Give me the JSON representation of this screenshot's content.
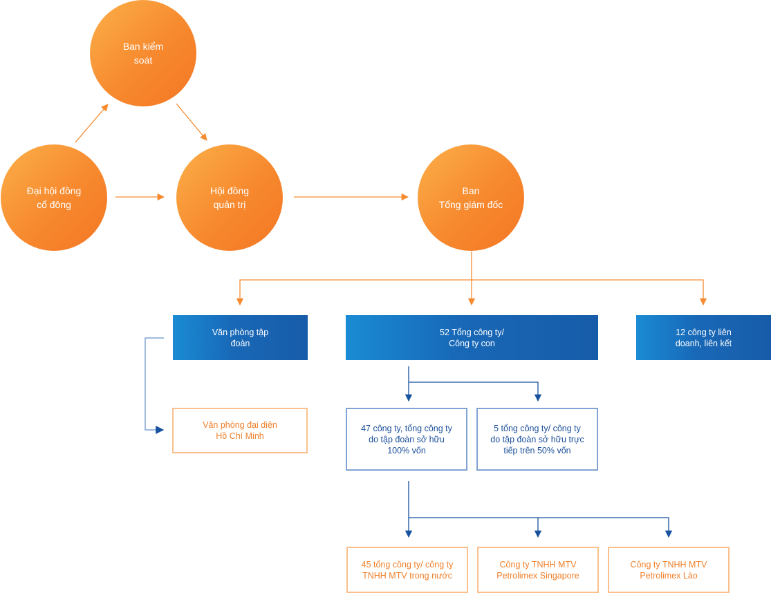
{
  "colors": {
    "orange_line": "#f58a2f",
    "blue_line": "#17529f",
    "blue_light_line": "#7fa3d2",
    "circle_gradient_start": "#fbb04a",
    "circle_gradient_end": "#f47624",
    "blue_box_start": "#1a8bd4",
    "blue_box_end": "#175ca9",
    "orange_text": "#f07f2a",
    "blue_text": "#1b4f9a"
  },
  "nodes": {
    "supervisory_board": "Ban kiểm\nsoát",
    "shareholders_meeting": "Đại hội đồng\ncổ đông",
    "board_of_directors": "Hội đồng\nquản trị",
    "ceo_board": "Ban\nTổng giám đốc",
    "group_office": "Văn phòng tập\nđoàn",
    "subsidiaries": "52 Tổng công ty/\nCông ty con",
    "joint_ventures": "12 công ty liên\ndoanh, liên kết",
    "hcm_rep_office": "Văn phòng đại diện\nHồ Chí Minh",
    "wholly_owned": "47 công ty, tổng công ty\ndo tập đoàn sở hữu\n100% vốn",
    "majority_owned": "5 tổng công ty/ công ty\ndo tập đoàn sở hữu trực\ntiếp trên 50% vốn",
    "domestic_llc": "45 tổng công ty/ công ty\nTNHH MTV trong nước",
    "petrolimex_singapore": "Công ty TNHH MTV\nPetrolimex Singapore",
    "petrolimex_laos": "Công ty TNHH MTV\nPetrolimex Lào"
  }
}
